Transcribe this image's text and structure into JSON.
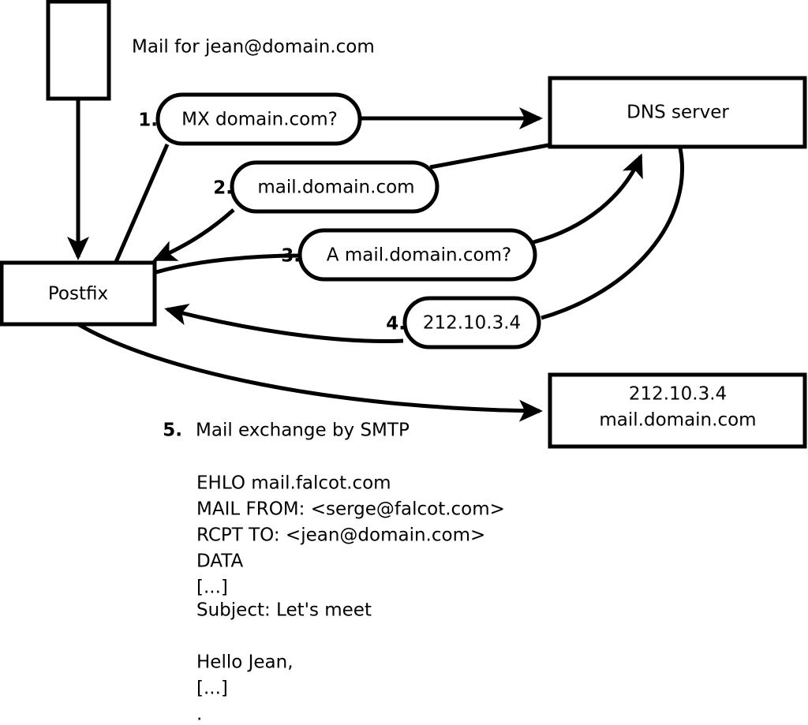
{
  "title": {
    "text": "Mail for jean@domain.com"
  },
  "nodes": {
    "client": {
      "label": ""
    },
    "postfix": {
      "label": "Postfix"
    },
    "dns": {
      "label": "DNS server"
    },
    "mailserver": {
      "line1": "212.10.3.4",
      "line2": "mail.domain.com"
    }
  },
  "steps": [
    {
      "number": "1.",
      "label": "MX domain.com?"
    },
    {
      "number": "2.",
      "label": "mail.domain.com"
    },
    {
      "number": "3.",
      "label": "A mail.domain.com?"
    },
    {
      "number": "4.",
      "label": "212.10.3.4"
    }
  ],
  "step5": {
    "number": "5.",
    "label": "Mail exchange by SMTP"
  },
  "transcript": [
    "EHLO mail.falcot.com",
    "MAIL FROM: <serge@falcot.com>",
    "RCPT TO: <jean@domain.com>",
    "DATA",
    "[...]",
    "Subject: Let's meet",
    "",
    "Hello Jean,",
    "[...]",
    "."
  ],
  "colors": {
    "stroke": "#000000",
    "fill": "#ffffff",
    "text": "#000000"
  }
}
